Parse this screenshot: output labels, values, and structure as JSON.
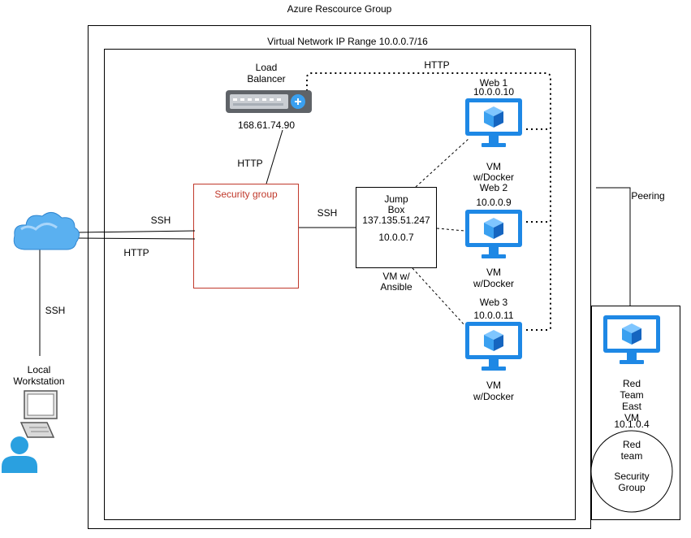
{
  "diagram": {
    "resource_group_title": "Azure Rescource Group",
    "vnet_title": "Virtual Network  IP Range 10.0.0.7/16",
    "load_balancer": {
      "label_line1": "Load",
      "label_line2": "Balancer",
      "ip": "168.61.74.90"
    },
    "security_group": {
      "label": "Security group",
      "color": "#c0392b"
    },
    "jump_box": {
      "line1": "Jump",
      "line2": "Box",
      "public_ip": "137.135.51.247",
      "private_ip": "10.0.0.7",
      "role_line1": "VM w/",
      "role_line2": "Ansible"
    },
    "web1": {
      "name": "Web 1",
      "ip": "10.0.0.10",
      "role_line1": "VM",
      "role_line2": "w/Docker"
    },
    "web2": {
      "name": "Web 2",
      "ip": "10.0.0.9",
      "role_line1": "VM",
      "role_line2": "w/Docker"
    },
    "web3": {
      "name": "Web 3",
      "ip": "10.0.0.11",
      "role_line1": "VM",
      "role_line2": "w/Docker"
    },
    "red_team_vm": {
      "line1": "Red",
      "line2": "Team",
      "line3": "East",
      "line4": "VM",
      "ip": "10.1.0.4"
    },
    "red_team_sg": {
      "line1": "Red",
      "line2": "team",
      "line3": "Security",
      "line4": "Group"
    },
    "workstation": {
      "line1": "Local",
      "line2": "Workstation"
    },
    "edges": {
      "http_top": "HTTP",
      "http_lb": "HTTP",
      "ssh_jump": "SSH",
      "ssh_internet": "SSH",
      "http_internet": "HTTP",
      "ssh_workstation": "SSH",
      "peering": "Peering"
    },
    "colors": {
      "vm_blue": "#1e88e5",
      "vm_cube": "#3aa0f0",
      "cloud": "#5ab0f0",
      "person": "#2aa0e0"
    }
  }
}
